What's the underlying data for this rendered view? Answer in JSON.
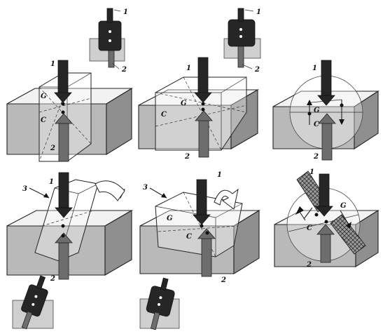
{
  "labels": {
    "top": "1",
    "bottom": "2",
    "body": "3",
    "gravity": "G",
    "buoyancy": "C"
  }
}
